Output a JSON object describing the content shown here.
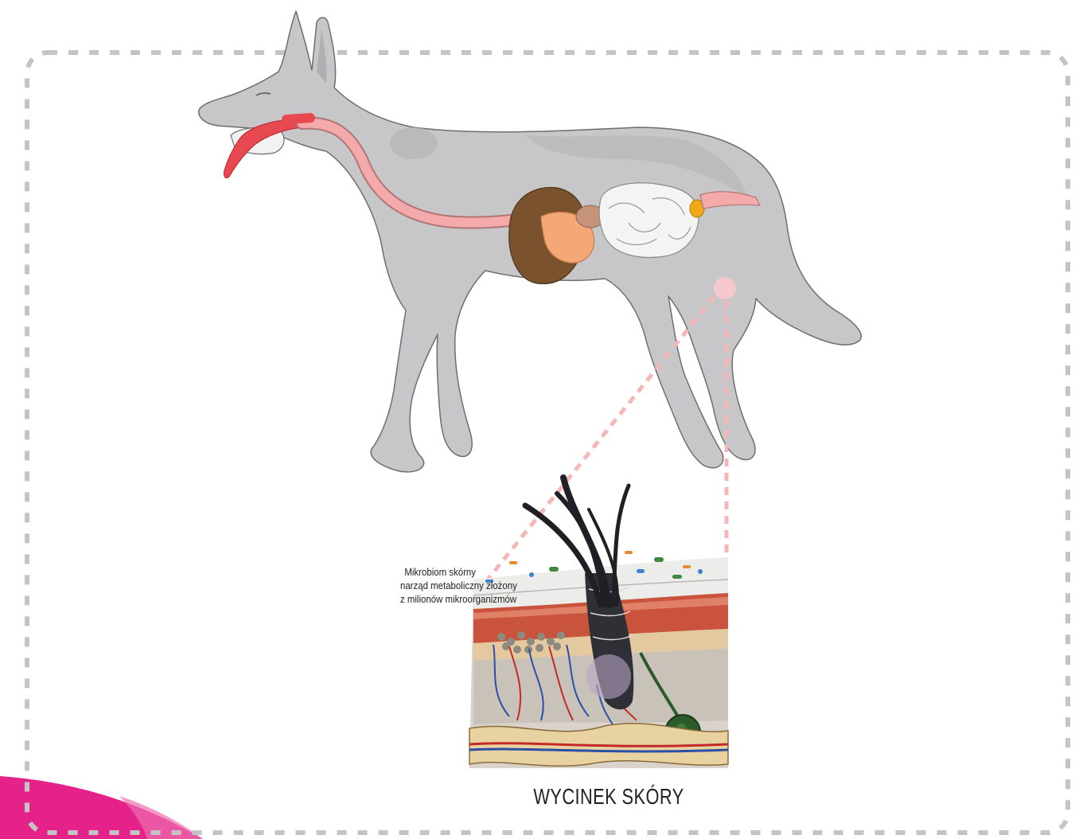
{
  "skin_caption": {
    "line1": "Mikrobiom skórny",
    "line2": "narząd metaboliczny złożony",
    "line3": "z milionów mikroorganizmów"
  },
  "section_title": "WYCINEK SKÓRY",
  "colors": {
    "frame_dash": "#c4c4c4",
    "connector": "#f5b6b6",
    "dog_body": "#c7c7c9",
    "dog_outline": "#6e6e70",
    "digestive_tract": "#f4a9aa",
    "accent_magenta": "#e5228a"
  }
}
